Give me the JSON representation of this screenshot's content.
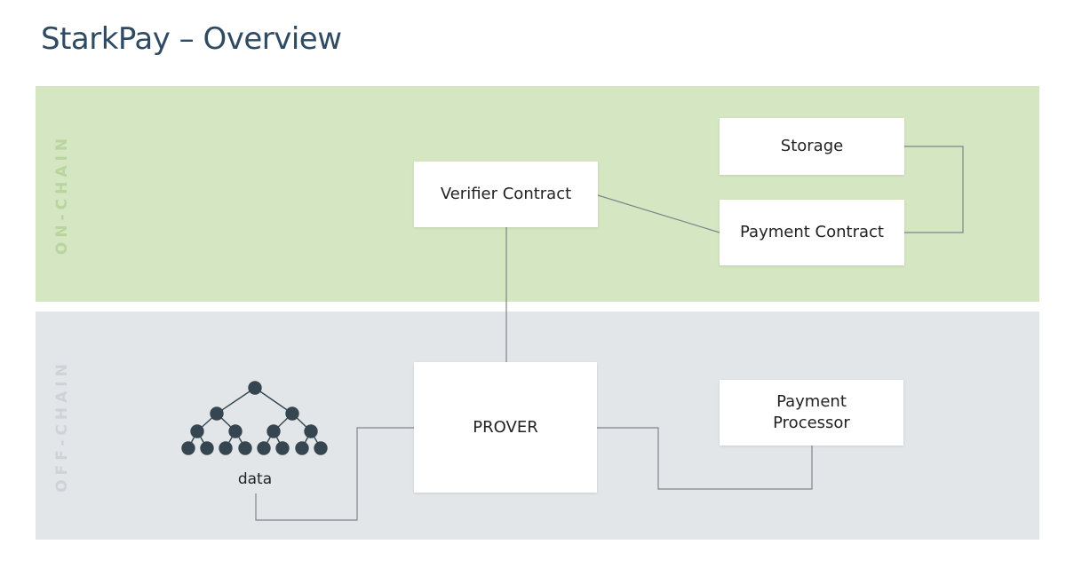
{
  "title": "StarkPay – Overview",
  "bands": {
    "on_chain": "ON-CHAIN",
    "off_chain": "OFF-CHAIN"
  },
  "nodes": {
    "storage": "Storage",
    "verifier_contract": "Verifier Contract",
    "payment_contract": "Payment Contract",
    "prover": "PROVER",
    "payment_processor_line1": "Payment",
    "payment_processor_line2": "Processor",
    "data": "data"
  },
  "colors": {
    "title": "#2f4a63",
    "on_chain_band": "#d5e6c2",
    "off_chain_band": "#e3e6e9",
    "tree_node": "#354651",
    "connector": "#7f858a"
  },
  "icons": {
    "data": "binary-tree-icon"
  }
}
